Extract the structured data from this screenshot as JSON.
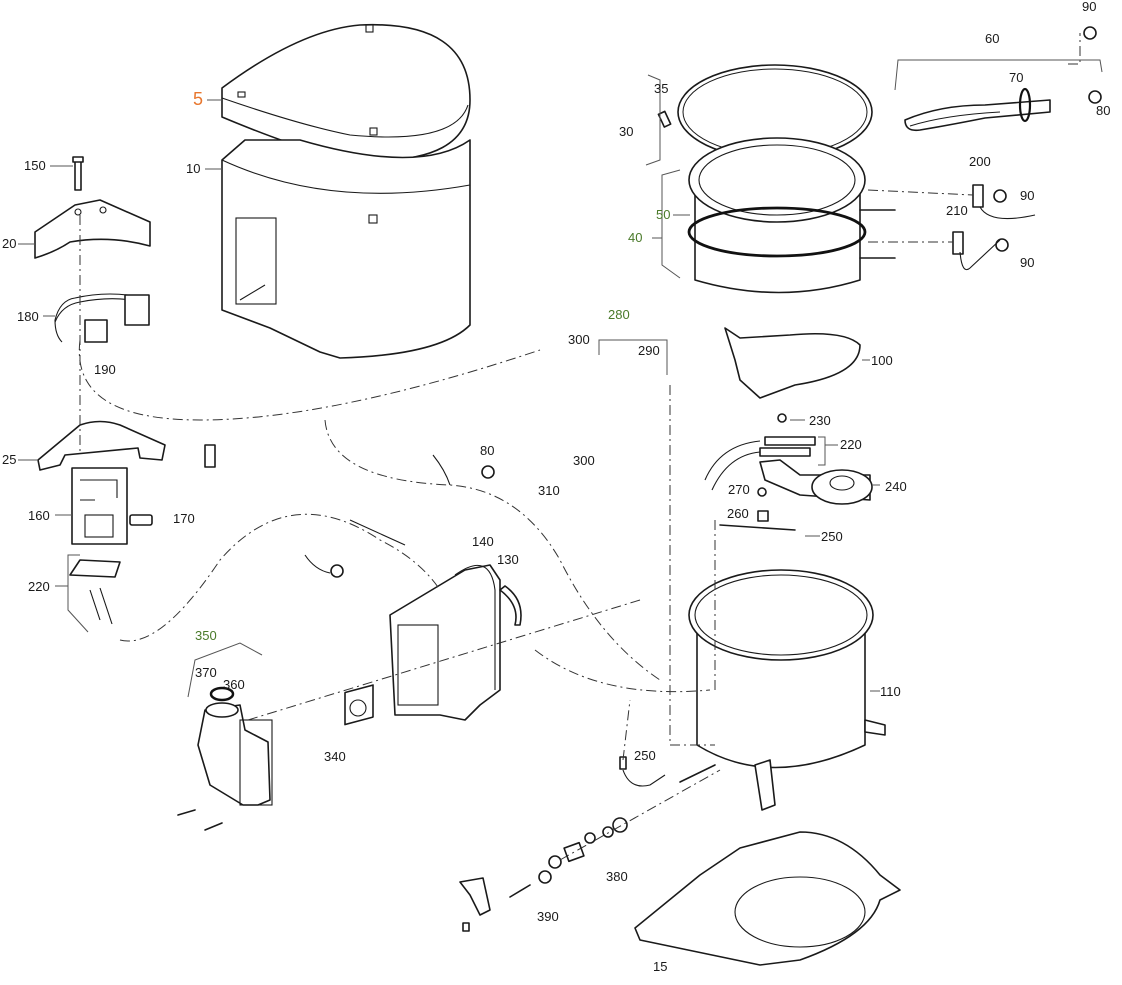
{
  "diagram": {
    "type": "exploded-parts-view",
    "colors": {
      "line": "#1a1a1a",
      "default_label": "#1a1a1a",
      "highlight_orange": "#e8772e",
      "highlight_green": "#4a7a2a"
    },
    "callouts": [
      {
        "id": "c5",
        "text": "5",
        "color": "#e8772e"
      },
      {
        "id": "c10",
        "text": "10",
        "color": "#1a1a1a"
      },
      {
        "id": "c15",
        "text": "15",
        "color": "#1a1a1a"
      },
      {
        "id": "c20",
        "text": "20",
        "color": "#1a1a1a"
      },
      {
        "id": "c25",
        "text": "25",
        "color": "#1a1a1a"
      },
      {
        "id": "c30",
        "text": "30",
        "color": "#1a1a1a"
      },
      {
        "id": "c35",
        "text": "35",
        "color": "#1a1a1a"
      },
      {
        "id": "c40",
        "text": "40",
        "color": "#4a7a2a"
      },
      {
        "id": "c50",
        "text": "50",
        "color": "#4a7a2a"
      },
      {
        "id": "c60",
        "text": "60",
        "color": "#1a1a1a"
      },
      {
        "id": "c70",
        "text": "70",
        "color": "#1a1a1a"
      },
      {
        "id": "c80a",
        "text": "80",
        "color": "#1a1a1a"
      },
      {
        "id": "c80b",
        "text": "80",
        "color": "#1a1a1a"
      },
      {
        "id": "c90a",
        "text": "90",
        "color": "#1a1a1a"
      },
      {
        "id": "c90b",
        "text": "90",
        "color": "#1a1a1a"
      },
      {
        "id": "c90c",
        "text": "90",
        "color": "#1a1a1a"
      },
      {
        "id": "c100",
        "text": "100",
        "color": "#1a1a1a"
      },
      {
        "id": "c110",
        "text": "110",
        "color": "#1a1a1a"
      },
      {
        "id": "c130",
        "text": "130",
        "color": "#1a1a1a"
      },
      {
        "id": "c140",
        "text": "140",
        "color": "#1a1a1a"
      },
      {
        "id": "c150",
        "text": "150",
        "color": "#1a1a1a"
      },
      {
        "id": "c160",
        "text": "160",
        "color": "#1a1a1a"
      },
      {
        "id": "c170",
        "text": "170",
        "color": "#1a1a1a"
      },
      {
        "id": "c180",
        "text": "180",
        "color": "#1a1a1a"
      },
      {
        "id": "c190",
        "text": "190",
        "color": "#1a1a1a"
      },
      {
        "id": "c200",
        "text": "200",
        "color": "#1a1a1a"
      },
      {
        "id": "c210",
        "text": "210",
        "color": "#1a1a1a"
      },
      {
        "id": "c220a",
        "text": "220",
        "color": "#1a1a1a"
      },
      {
        "id": "c220b",
        "text": "220",
        "color": "#1a1a1a"
      },
      {
        "id": "c230",
        "text": "230",
        "color": "#1a1a1a"
      },
      {
        "id": "c240",
        "text": "240",
        "color": "#1a1a1a"
      },
      {
        "id": "c250a",
        "text": "250",
        "color": "#1a1a1a"
      },
      {
        "id": "c250b",
        "text": "250",
        "color": "#1a1a1a"
      },
      {
        "id": "c260",
        "text": "260",
        "color": "#1a1a1a"
      },
      {
        "id": "c270",
        "text": "270",
        "color": "#1a1a1a"
      },
      {
        "id": "c280",
        "text": "280",
        "color": "#4a7a2a"
      },
      {
        "id": "c290",
        "text": "290",
        "color": "#1a1a1a"
      },
      {
        "id": "c300a",
        "text": "300",
        "color": "#1a1a1a"
      },
      {
        "id": "c300b",
        "text": "300",
        "color": "#1a1a1a"
      },
      {
        "id": "c310",
        "text": "310",
        "color": "#1a1a1a"
      },
      {
        "id": "c340",
        "text": "340",
        "color": "#1a1a1a"
      },
      {
        "id": "c350",
        "text": "350",
        "color": "#4a7a2a"
      },
      {
        "id": "c360",
        "text": "360",
        "color": "#1a1a1a"
      },
      {
        "id": "c370",
        "text": "370",
        "color": "#1a1a1a"
      },
      {
        "id": "c380",
        "text": "380",
        "color": "#1a1a1a"
      },
      {
        "id": "c390",
        "text": "390",
        "color": "#1a1a1a"
      }
    ]
  }
}
